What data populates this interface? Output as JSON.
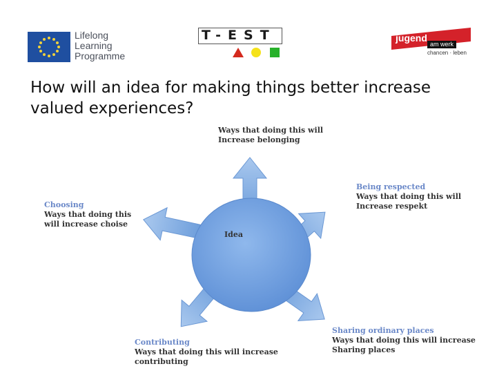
{
  "logos": {
    "llp": {
      "lines": "Lifelong\nLearning\nProgramme"
    },
    "test": {
      "text": "T-EST"
    },
    "jugend": {
      "name": "jugend",
      "sub": "am werk",
      "slogan": "chancen · leben"
    }
  },
  "title": "How will an idea for making things better increase valued experiences?",
  "diagram": {
    "center": "Idea",
    "top": {
      "line1": "Ways that doing this will",
      "line2": "Increase belonging"
    },
    "left": {
      "head": "Choosing",
      "line1": "Ways that doing this",
      "line2": "will increase choise"
    },
    "right": {
      "head": "Being respected",
      "line1": "Ways that doing this will",
      "line2": "Increase respekt"
    },
    "bottom_left": {
      "head": "Contributing",
      "line1": "Ways that doing this will increase",
      "line2": "contributing"
    },
    "bottom_right": {
      "head": "Sharing ordinary places",
      "line1": "Ways that doing this will increase",
      "line2": "Sharing places"
    }
  },
  "colors": {
    "circle": "#6f9fdc",
    "arrow": "#86b0e2",
    "heading": "#6a88c8",
    "eu_blue": "#1f4fa0",
    "jugend_red": "#d4222a"
  }
}
